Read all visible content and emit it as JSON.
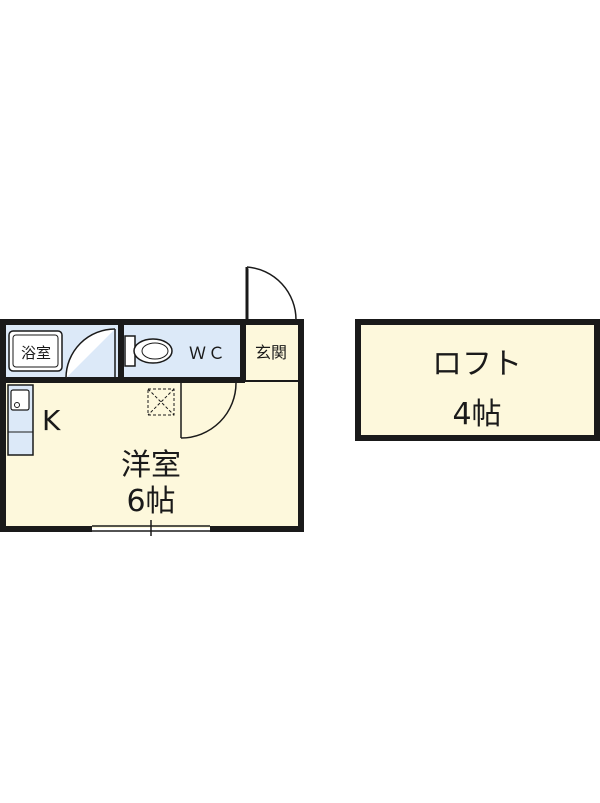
{
  "colors": {
    "wall": "#1a1a1a",
    "room_fill": "#fdf8dc",
    "wet_fill": "#dce9f8",
    "background": "#ffffff"
  },
  "rooms": {
    "bath": {
      "label": "浴室"
    },
    "wc": {
      "label": "ＷＣ"
    },
    "entrance": {
      "label": "玄関"
    },
    "kitchen": {
      "label": "K"
    },
    "western": {
      "label": "洋室",
      "size": "6帖"
    },
    "loft": {
      "label": "ロフト",
      "size": "4帖"
    }
  },
  "icons": {
    "bath": "bathtub-icon",
    "toilet": "toilet-icon",
    "sink": "sink-icon",
    "ventilation": "ventilation-fan-icon"
  }
}
